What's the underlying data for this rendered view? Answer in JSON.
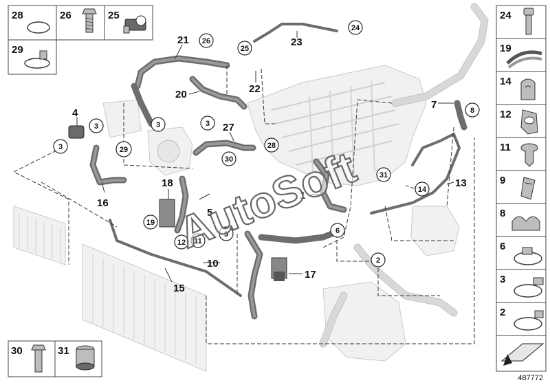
{
  "diagram": {
    "reference_number": "487772",
    "watermark": "AutoSoft",
    "callouts": [
      {
        "label": "1"
      },
      {
        "label": "2"
      },
      {
        "label": "3"
      },
      {
        "label": "4"
      },
      {
        "label": "5"
      },
      {
        "label": "6"
      },
      {
        "label": "7"
      },
      {
        "label": "8"
      },
      {
        "label": "9"
      },
      {
        "label": "10"
      },
      {
        "label": "11"
      },
      {
        "label": "12"
      },
      {
        "label": "13"
      },
      {
        "label": "14"
      },
      {
        "label": "15"
      },
      {
        "label": "16"
      },
      {
        "label": "17"
      },
      {
        "label": "18"
      },
      {
        "label": "19"
      },
      {
        "label": "20"
      },
      {
        "label": "21"
      },
      {
        "label": "22"
      },
      {
        "label": "23"
      },
      {
        "label": "24"
      },
      {
        "label": "25"
      },
      {
        "label": "26"
      },
      {
        "label": "27"
      },
      {
        "label": "28"
      },
      {
        "label": "29"
      },
      {
        "label": "30"
      },
      {
        "label": "31"
      }
    ],
    "circled_callouts": [
      "3",
      "3",
      "3",
      "3",
      "26",
      "25",
      "24",
      "8",
      "28",
      "30",
      "31",
      "14",
      "6",
      "2",
      "19",
      "12",
      "11",
      "9"
    ]
  },
  "parts_panel": {
    "top_left": [
      {
        "number": "28",
        "icon": "o-ring-icon"
      },
      {
        "number": "26",
        "icon": "bolt-icon"
      },
      {
        "number": "25",
        "icon": "bracket-clip-icon"
      },
      {
        "number": "29",
        "icon": "band-clamp-icon"
      }
    ],
    "right_column": [
      {
        "number": "24",
        "icon": "screw-icon"
      },
      {
        "number": "19",
        "icon": "hose-clip-icon"
      },
      {
        "number": "14",
        "icon": "double-clip-icon"
      },
      {
        "number": "12",
        "icon": "holder-icon"
      },
      {
        "number": "11",
        "icon": "expanding-rivet-icon"
      },
      {
        "number": "9",
        "icon": "retaining-clip-icon"
      },
      {
        "number": "8",
        "icon": "pipe-holder-icon"
      },
      {
        "number": "6",
        "icon": "hose-clamp-icon"
      },
      {
        "number": "3",
        "icon": "hose-clamp-icon"
      },
      {
        "number": "2",
        "icon": "hose-clamp-icon"
      }
    ],
    "bottom_left": [
      {
        "number": "30",
        "icon": "bolt-icon"
      },
      {
        "number": "31",
        "icon": "plug-connector-icon"
      }
    ],
    "nav_arrow_icon": "arrow-icon"
  }
}
